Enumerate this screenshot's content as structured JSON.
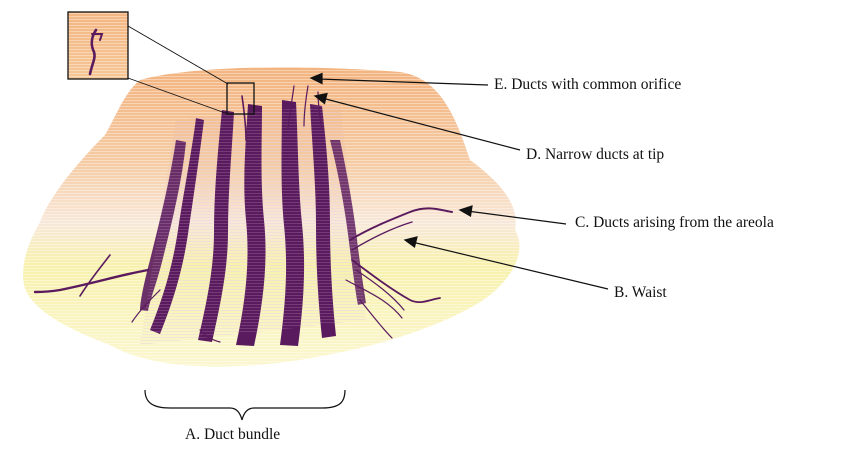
{
  "labels": {
    "e": "E. Ducts with common orifice",
    "d": "D. Narrow ducts at tip",
    "c": "C. Ducts arising from the areola",
    "b": "B. Waist",
    "a": "A. Duct bundle"
  },
  "colors": {
    "background": "#ffffff",
    "tissue_top": "#f4b27a",
    "tissue_mid": "#f6dcc4",
    "tissue_bottom": "#f4ea78",
    "ducts": "#5a1b5e",
    "ducts_light": "#8a4f86",
    "lines": "#111111"
  }
}
